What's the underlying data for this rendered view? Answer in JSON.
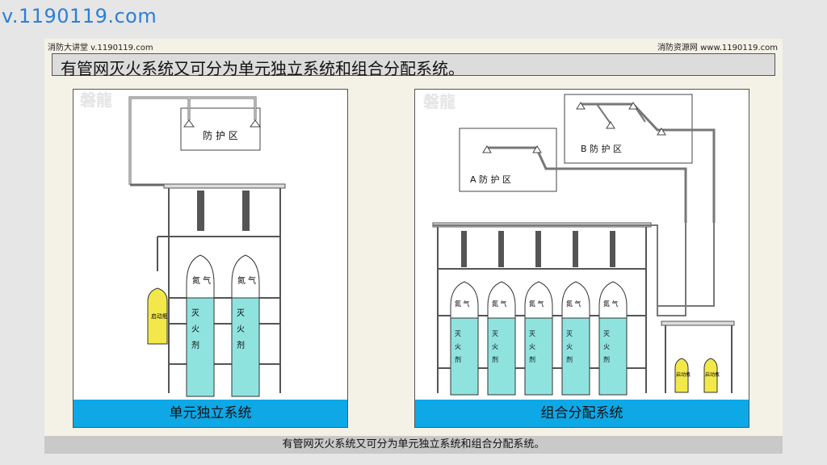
{
  "watermark": {
    "url": "v.1190119.com"
  },
  "slide": {
    "credit_left": "消防大讲堂 v.1190119.com",
    "credit_right": "消防资源网 www.1190119.com",
    "title": "有管网灭火系统又可分为单元独立系统和组合分配系统。",
    "bottom_caption": "有管网灭火系统又可分为单元独立系统和组合分配系统。"
  },
  "left_panel": {
    "caption": "单元独立系统",
    "zone_label": "防 护 区",
    "cylinder_top_text": "氮 气",
    "cylinder_body_text": [
      "灭",
      "火",
      "剂"
    ],
    "small_cylinder_text": "启动瓶",
    "logo_text": "磐龍"
  },
  "right_panel": {
    "caption": "组合分配系统",
    "zone_a_label": "A 防 护 区",
    "zone_b_label": "B 防 护 区",
    "cylinder_top_text": "氮 气",
    "cylinder_body_text": [
      "灭",
      "火",
      "剂"
    ],
    "small_cylinder_text": "启动瓶",
    "logo_text": "磐龍"
  },
  "colors": {
    "agent_fill": "#8fe3df",
    "caption_bar": "#0ea8e6",
    "starter_cylinder": "#f3e84a"
  }
}
